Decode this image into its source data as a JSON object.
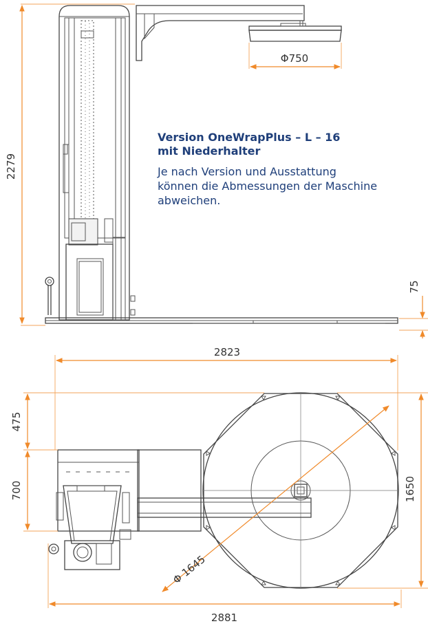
{
  "info": {
    "title": "Version OneWrapPlus – L – 16\nmit Niederhalter",
    "note": "Je nach Version und Ausstattung\nkönnen die Abmessungen der Maschine\nabweichen."
  },
  "dimensions": {
    "platen_diameter": "Φ750",
    "height": "2279",
    "turntable_height": "75",
    "overall_width_top": "2823",
    "depth_top": "475",
    "depth_middle": "700",
    "depth_total": "1650",
    "turntable_diameter": "Φ 1645",
    "overall_width_bottom": "2881"
  },
  "colors": {
    "dimension_line": "#f08a2a",
    "text_title": "#1f3f7a",
    "drawing": "#444444"
  }
}
